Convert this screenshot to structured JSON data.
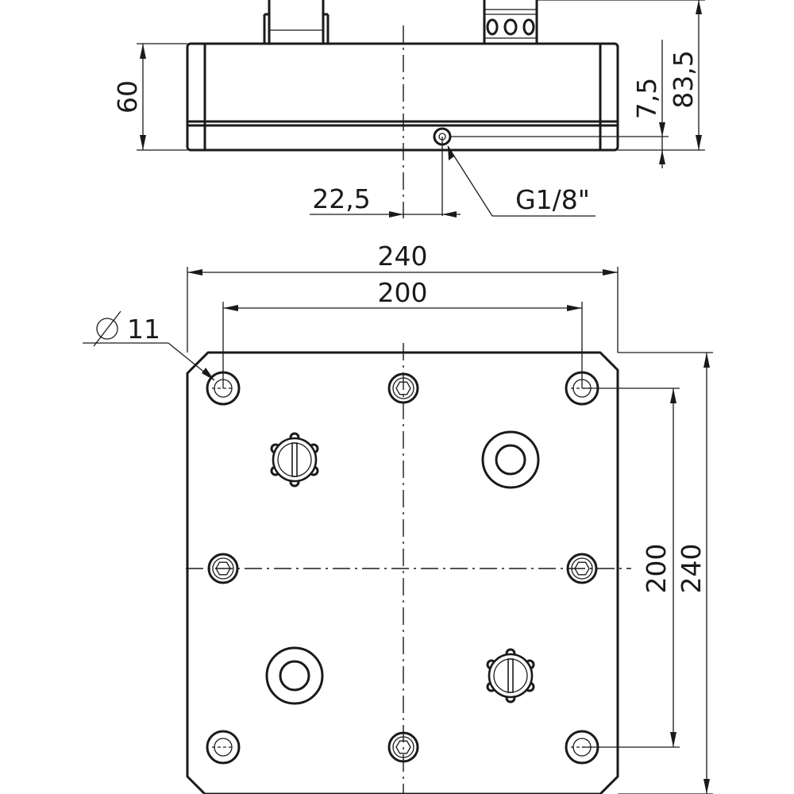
{
  "dimensions": {
    "height_60": "60",
    "height_7_5": "7,5",
    "height_83_5": "83,5",
    "offset_22_5": "22,5",
    "thread": "G1/8\"",
    "width_240": "240",
    "width_200": "200",
    "hole_diameter": "Ø 11",
    "height_200": "200",
    "height_240": "240"
  },
  "colors": {
    "line": "#1a1a1a",
    "background": "#ffffff"
  },
  "icons": {
    "diameter_symbol": "diameter-symbol-icon"
  }
}
